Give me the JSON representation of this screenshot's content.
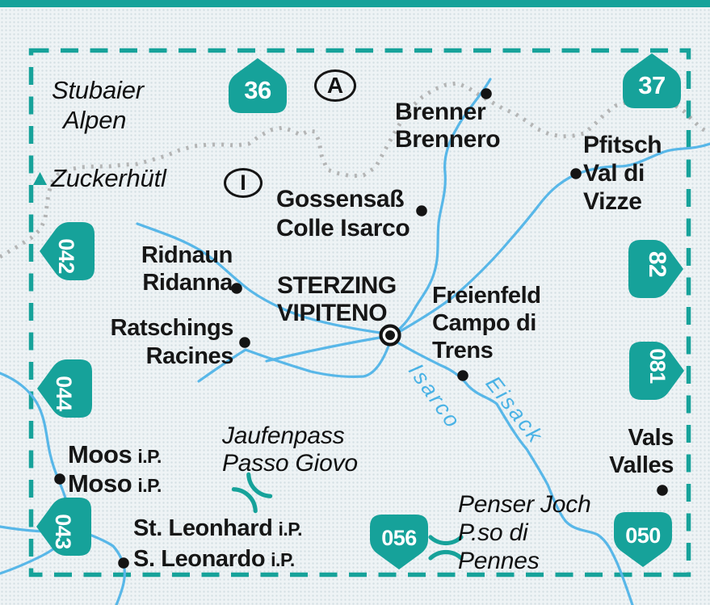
{
  "colors": {
    "teal": "#16a29a",
    "river_blue": "#58b7e8",
    "ink": "#161616",
    "ridge_gray": "#a6a6a6",
    "paper": "#eef3f5"
  },
  "country_markers": [
    {
      "label": "A"
    },
    {
      "label": "I"
    }
  ],
  "sheet_badges": [
    {
      "number": "36"
    },
    {
      "number": "37"
    },
    {
      "number": "042"
    },
    {
      "number": "044"
    },
    {
      "number": "043"
    },
    {
      "number": "82"
    },
    {
      "number": "081"
    },
    {
      "number": "056"
    },
    {
      "number": "050"
    }
  ],
  "regions": [
    {
      "lines": [
        "Stubaier",
        "Alpen"
      ]
    },
    {
      "lines": [
        "Zuckerhütl"
      ]
    },
    {
      "lines": [
        "Jaufenpass",
        "Passo Giovo"
      ]
    },
    {
      "lines": [
        "Penser Joch",
        "P.so di",
        "Pennes"
      ]
    }
  ],
  "towns": [
    {
      "lines": [
        "Brenner",
        "Brennero"
      ]
    },
    {
      "lines": [
        "Gossensaß",
        "Colle Isarco"
      ]
    },
    {
      "lines": [
        "Pfitsch",
        "Val di",
        "Vizze"
      ]
    },
    {
      "lines": [
        "Ridnaun",
        "Ridanna"
      ]
    },
    {
      "lines": [
        "STERZING",
        "VIPITENO"
      ]
    },
    {
      "lines": [
        "Freienfeld",
        "Campo di",
        "Trens"
      ]
    },
    {
      "lines": [
        "Ratschings",
        "Racines"
      ]
    },
    {
      "lines": [
        "Vals",
        "Valles"
      ]
    }
  ],
  "dual_towns": [
    {
      "name1": "Moos",
      "suffix1": "i.P.",
      "name2": "Moso",
      "suffix2": "i.P."
    },
    {
      "name1": "St. Leonhard",
      "suffix1": "i.P.",
      "name2": "S. Leonardo",
      "suffix2": "i.P."
    }
  ],
  "rivers": [
    {
      "name": "Isarco"
    },
    {
      "name": "Eisack"
    }
  ]
}
